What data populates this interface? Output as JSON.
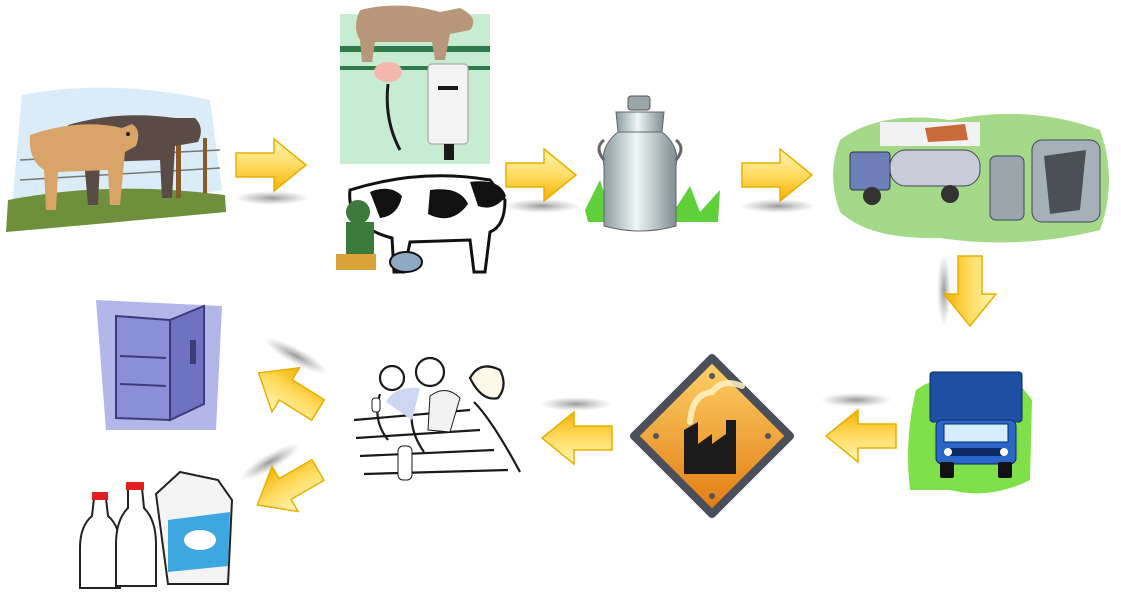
{
  "diagram": {
    "type": "process-flow",
    "stages": [
      {
        "id": "cows-pasture",
        "icon": "cows-in-pasture-icon"
      },
      {
        "id": "milking-machine",
        "icon": "milking-machine-icon"
      },
      {
        "id": "hand-milking",
        "icon": "hand-milking-icon"
      },
      {
        "id": "milk-churn",
        "icon": "milk-churn-icon"
      },
      {
        "id": "collection-center",
        "icon": "tanker-and-storage-tanks-icon"
      },
      {
        "id": "transport-truck",
        "icon": "truck-icon"
      },
      {
        "id": "processing-plant",
        "icon": "factory-sign-icon"
      },
      {
        "id": "bottling-workers",
        "icon": "bottling-workers-icon"
      },
      {
        "id": "refrigerated-storage",
        "icon": "refrigerator-icon"
      },
      {
        "id": "milk-products",
        "icon": "milk-bottles-and-carton-icon"
      }
    ],
    "flow": [
      [
        "cows-pasture",
        "milking"
      ],
      [
        "milking",
        "milk-churn"
      ],
      [
        "milk-churn",
        "collection-center"
      ],
      [
        "collection-center",
        "transport-truck"
      ],
      [
        "transport-truck",
        "processing-plant"
      ],
      [
        "processing-plant",
        "bottling-workers"
      ],
      [
        "bottling-workers",
        "refrigerated-storage"
      ],
      [
        "bottling-workers",
        "milk-products"
      ]
    ],
    "colors": {
      "arrow_light": "#fff3a0",
      "arrow_dark": "#f2b600",
      "arrow_shadow": "#9a9a9a",
      "grass": "#5fcf3a",
      "truck_blue": "#1d4fa3",
      "sign_orange": "#f0a21e",
      "fridge_purple": "#8b8fd6"
    }
  }
}
